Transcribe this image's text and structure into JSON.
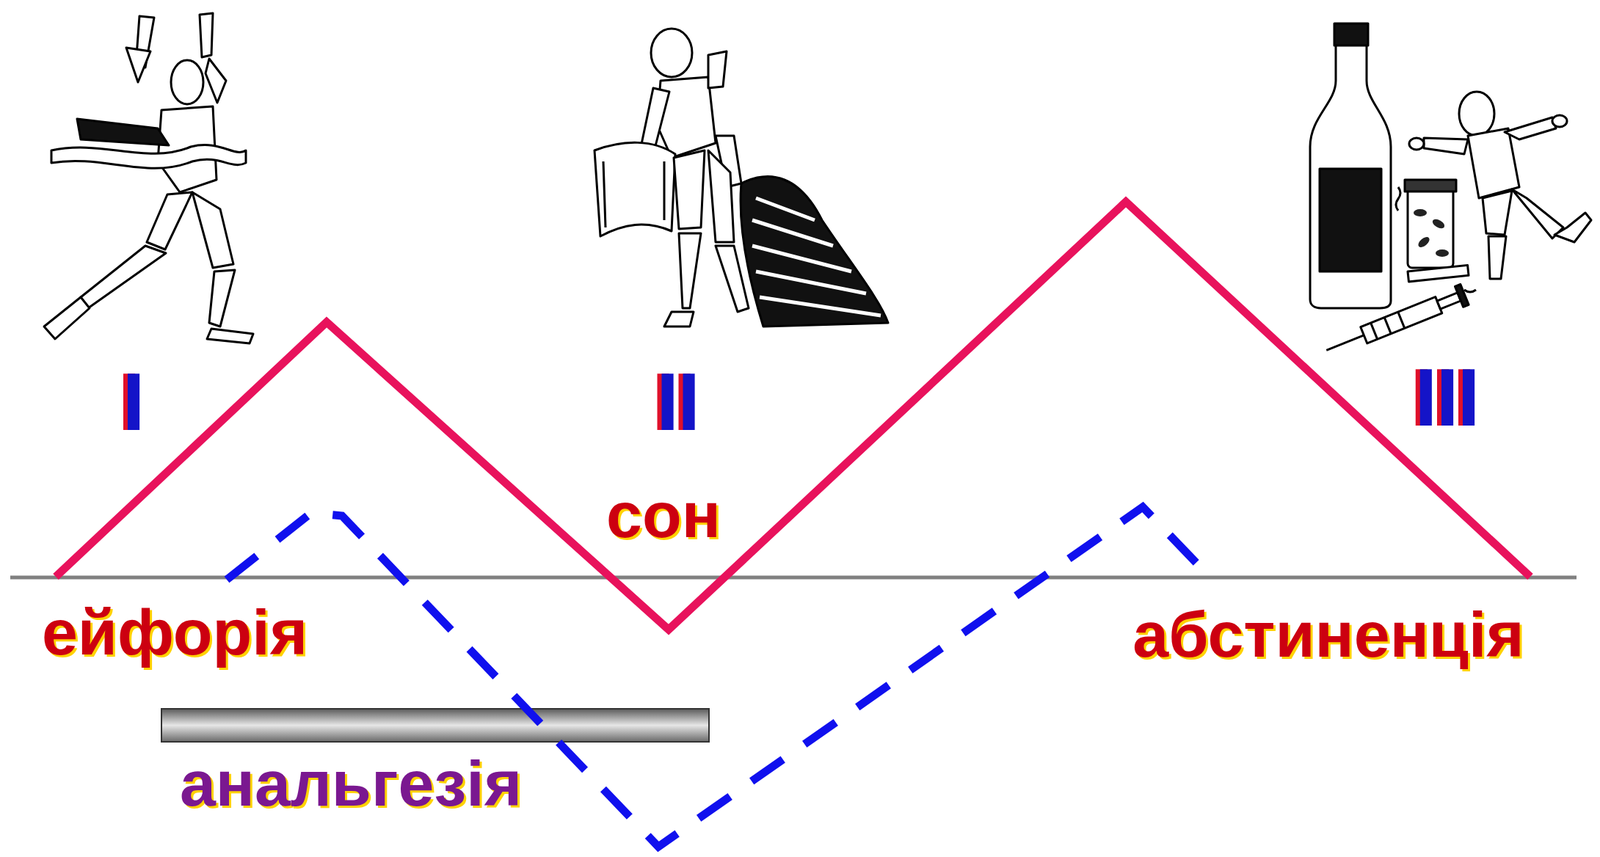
{
  "diagram": {
    "labels": [
      "I",
      "II",
      "III",
      "сон",
      "ейфорія",
      "абстиненція",
      "анальгезія"
    ]
  }
}
